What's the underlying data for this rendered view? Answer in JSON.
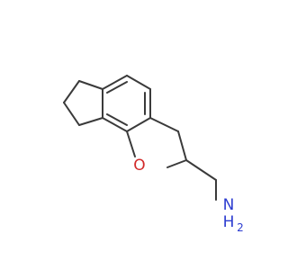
{
  "molecule": {
    "atom_labels": {
      "oxygen": "O",
      "nitrogen": "N",
      "hydrogen": "H",
      "amine_h_count": "2"
    },
    "colors": {
      "bond": "#3a3a3a",
      "oxygen": "#d22a2a",
      "nitrogen": "#2c3cd0",
      "background": "#ffffff"
    }
  }
}
